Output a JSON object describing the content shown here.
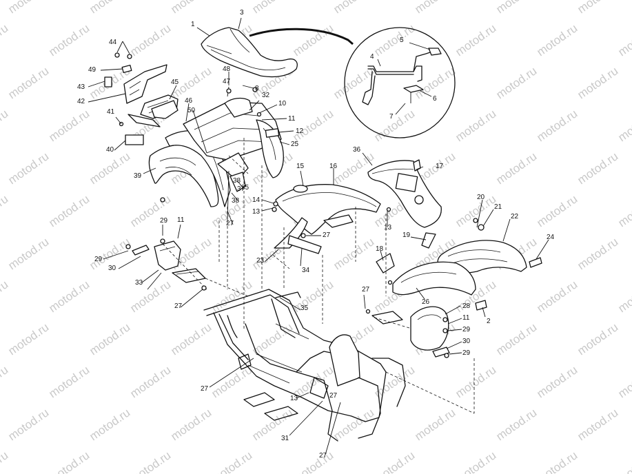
{
  "watermark": "motod.ru",
  "callouts": [
    "1",
    "2",
    "3",
    "4",
    "5",
    "6",
    "7",
    "8",
    "10",
    "11",
    "11",
    "11",
    "12",
    "13",
    "13",
    "13",
    "14",
    "15",
    "16",
    "17",
    "18",
    "19",
    "20",
    "21",
    "22",
    "23",
    "24",
    "25",
    "26",
    "27",
    "27",
    "27",
    "27",
    "27",
    "27",
    "27",
    "28",
    "29",
    "29",
    "29",
    "29",
    "30",
    "30",
    "31",
    "32",
    "33",
    "34",
    "35",
    "35",
    "36",
    "37",
    "38",
    "38",
    "39",
    "40",
    "41",
    "42",
    "43",
    "44",
    "45",
    "46",
    "47",
    "48",
    "49",
    "50"
  ]
}
